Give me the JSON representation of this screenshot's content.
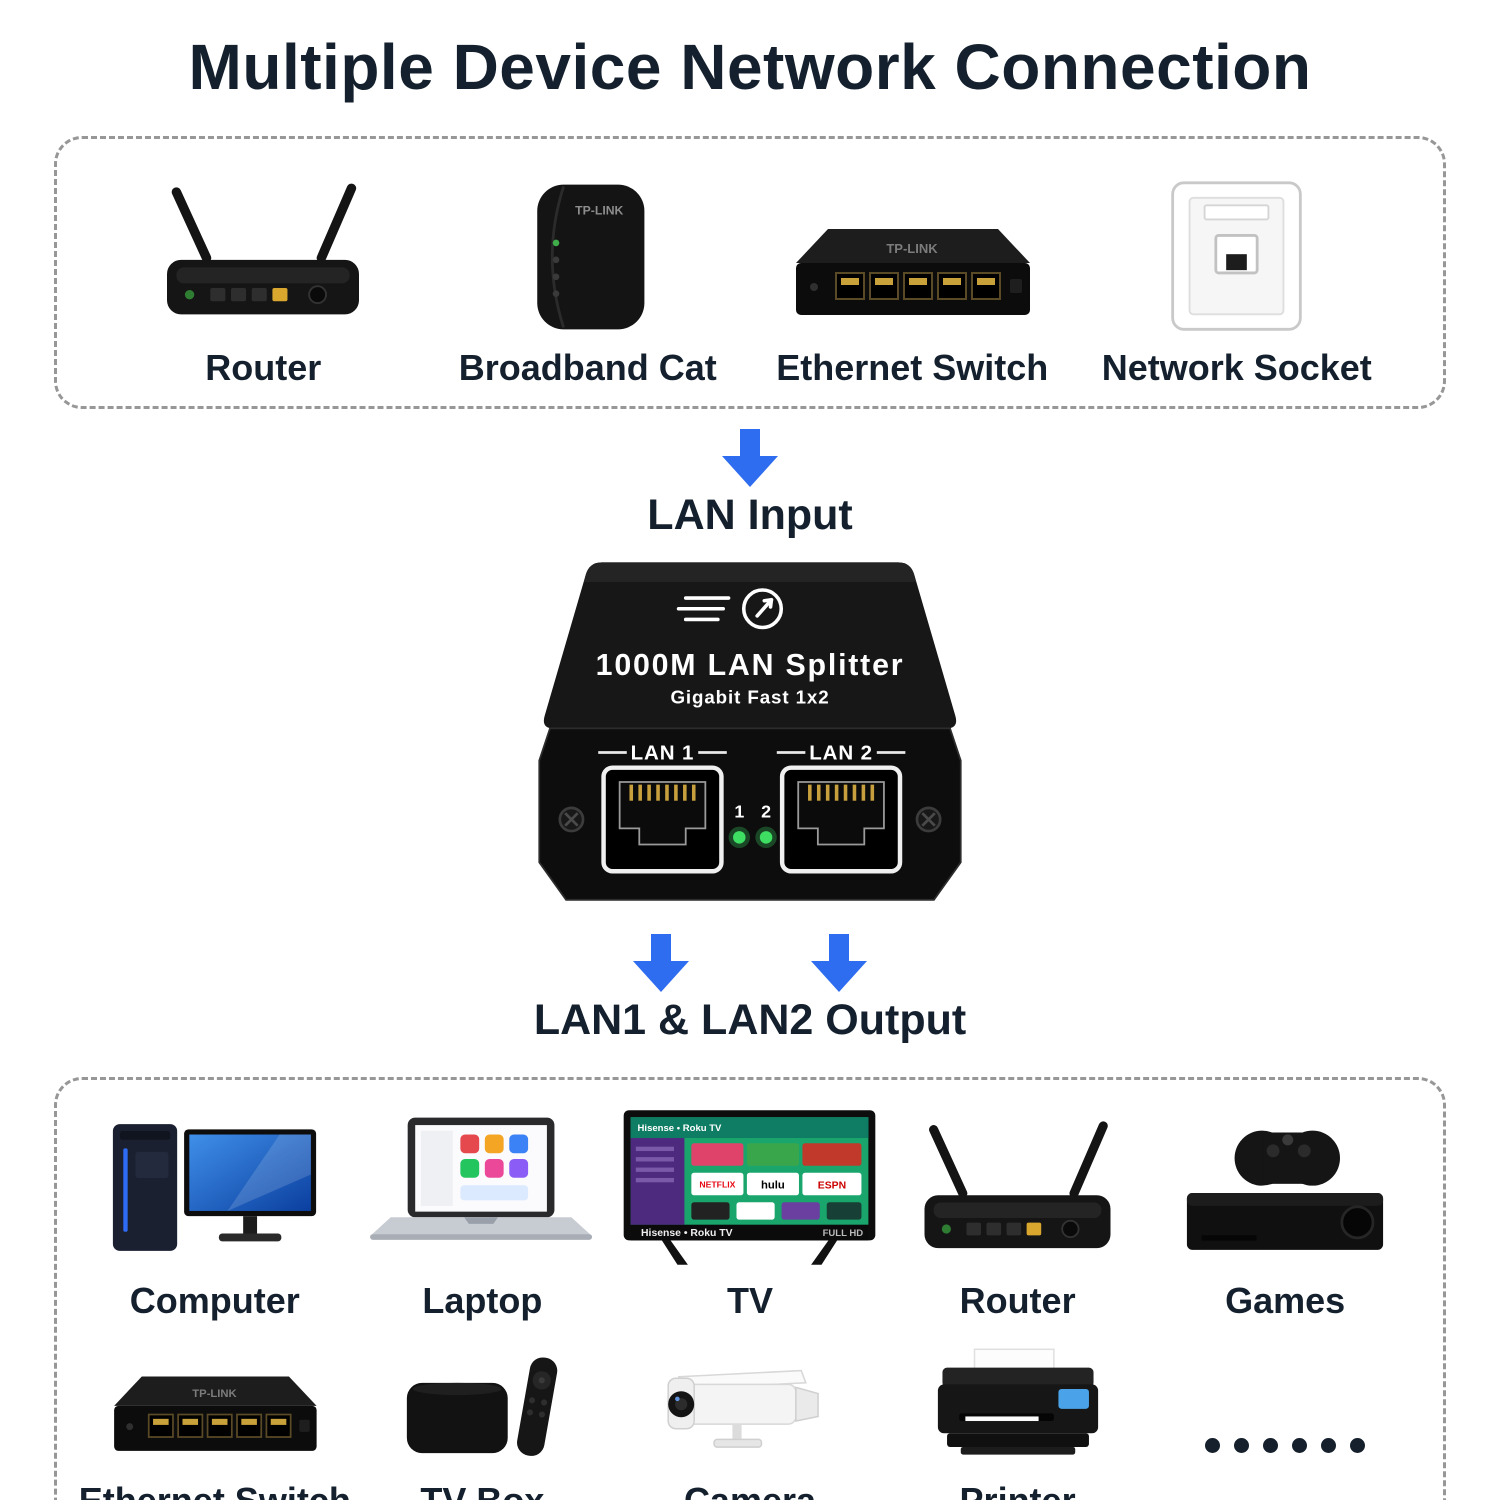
{
  "title": "Multiple Device Network Connection",
  "colors": {
    "arrow_blue": "#2e6cf0",
    "ink": "#14202d",
    "led_green": "#3ede63"
  },
  "flow": {
    "input_label": "LAN Input",
    "output_label": "LAN1 & LAN2 Output"
  },
  "brand": {
    "tp_link": "TP-LINK"
  },
  "input_box": {
    "devices": [
      {
        "label": "Router",
        "icon": "router-icon"
      },
      {
        "label": "Broadband Cat",
        "icon": "modem-icon"
      },
      {
        "label": "Ethernet Switch",
        "icon": "ethernet-switch-icon"
      },
      {
        "label": "Network Socket",
        "icon": "network-socket-icon"
      }
    ]
  },
  "product": {
    "name_line1": "1000M LAN Splitter",
    "name_line2": "Gigabit Fast 1x2",
    "port1_label": "LAN 1",
    "port2_label": "LAN 2",
    "led1": "1",
    "led2": "2"
  },
  "tv": {
    "top_bar": "Hisense • Roku TV",
    "bottom_bar": "Hisense • Roku TV",
    "full_hd": "FULL HD",
    "apps": [
      "NETFLIX",
      "hulu",
      "ESPN"
    ]
  },
  "output_box": {
    "rows": [
      {
        "items": [
          {
            "label": "Computer",
            "icon": "computer-icon"
          },
          {
            "label": "Laptop",
            "icon": "laptop-icon"
          },
          {
            "label": "TV",
            "icon": "tv-icon"
          },
          {
            "label": "Router",
            "icon": "router-icon"
          },
          {
            "label": "Games",
            "icon": "game-console-icon"
          }
        ]
      },
      {
        "items": [
          {
            "label": "Ethernet Switch",
            "icon": "ethernet-switch-icon"
          },
          {
            "label": "TV Box",
            "icon": "tv-box-icon"
          },
          {
            "label": "Camera",
            "icon": "camera-icon"
          },
          {
            "label": "Printer",
            "icon": "printer-icon"
          },
          {
            "label": "",
            "icon": "more-devices-dots"
          }
        ]
      }
    ]
  }
}
